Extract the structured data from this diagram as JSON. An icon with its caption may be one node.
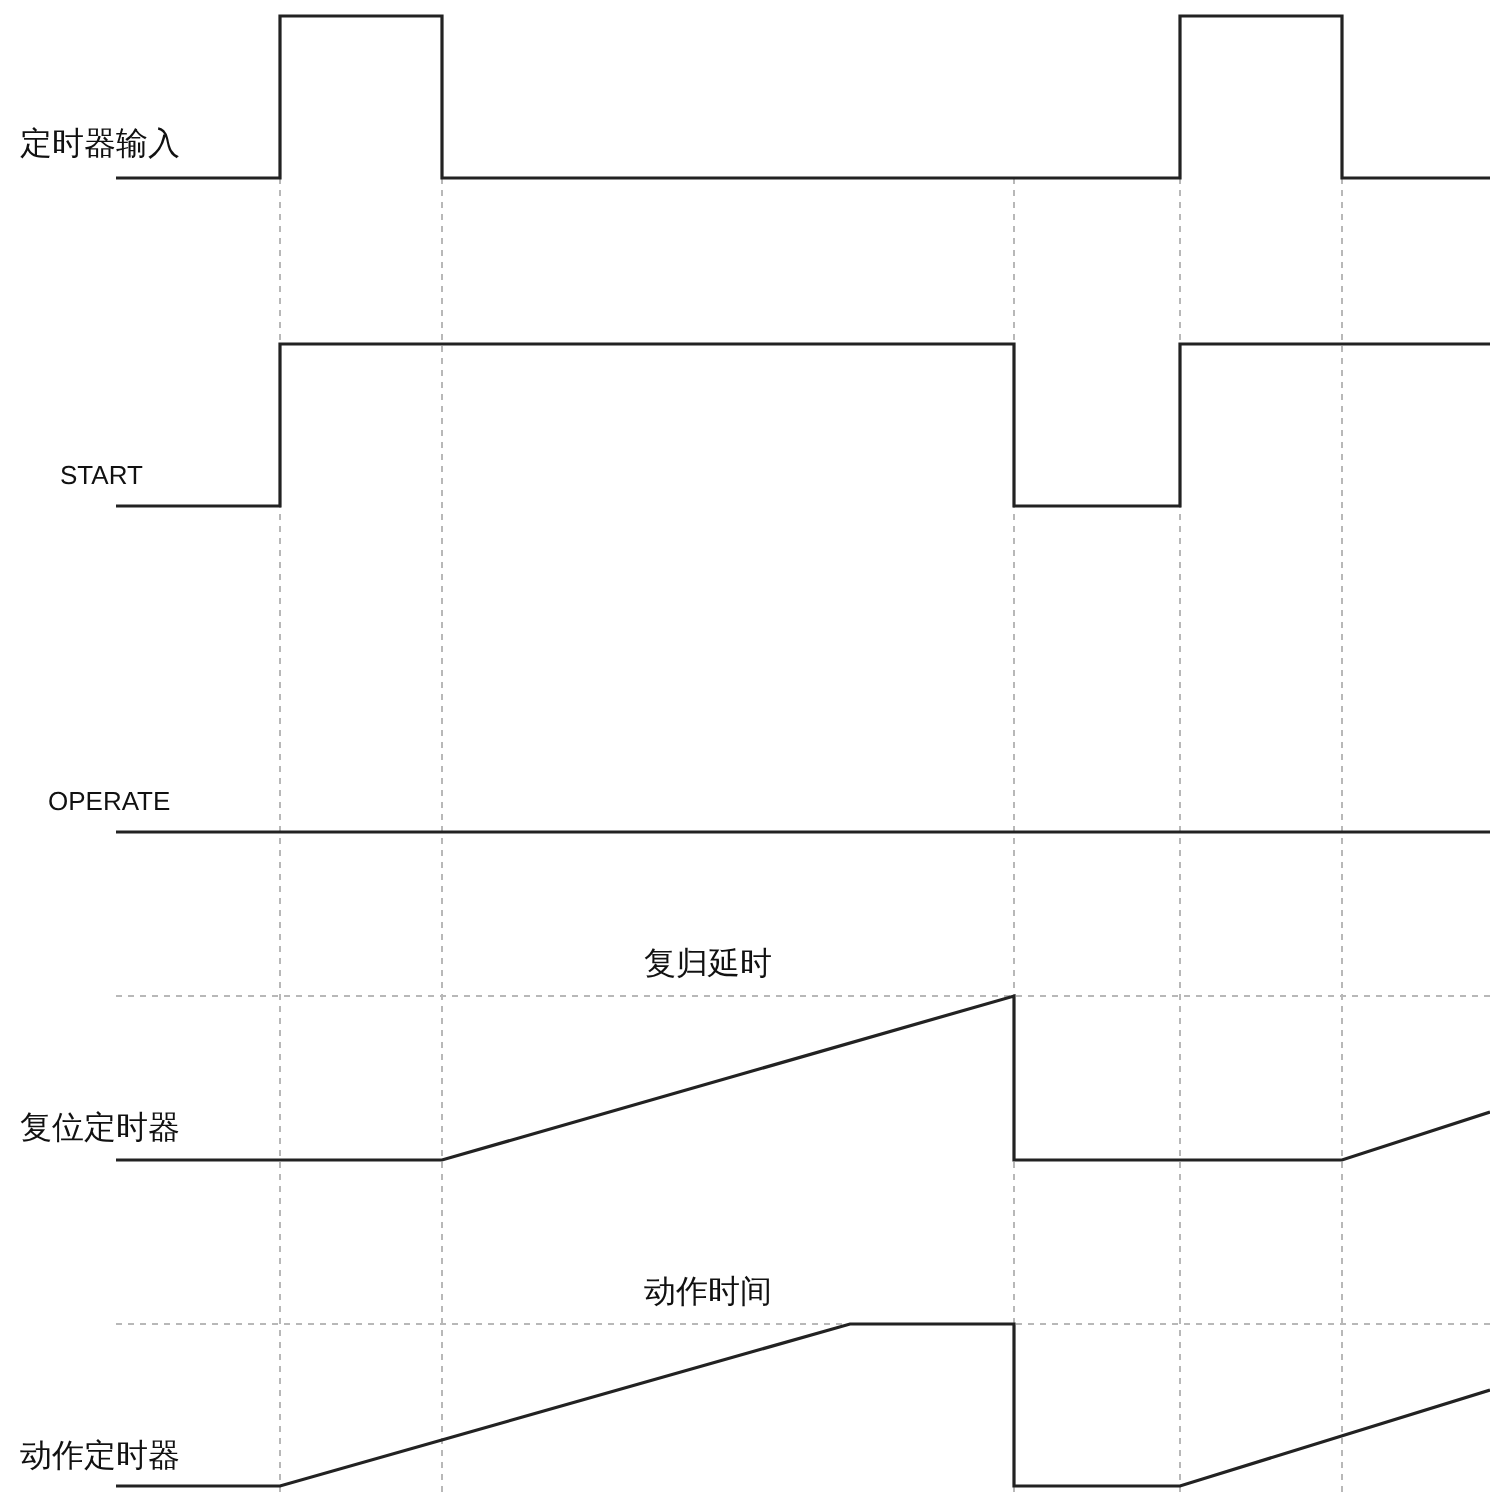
{
  "diagram": {
    "labels": [
      "定时器输入",
      "START",
      "OPERATE",
      "复归延时",
      "复位定时器",
      "动作时间",
      "动作定时器"
    ]
  }
}
